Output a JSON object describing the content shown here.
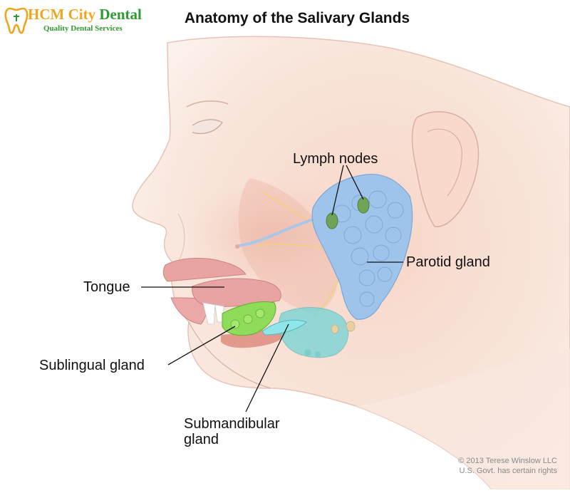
{
  "title": "Anatomy of the Salivary Glands",
  "logo": {
    "name_part1": "HCM City",
    "name_part2": "Dental",
    "tagline": "Quality Dental Services"
  },
  "labels": {
    "lymph_nodes": "Lymph nodes",
    "parotid_gland": "Parotid gland",
    "tongue": "Tongue",
    "sublingual_gland": "Sublingual gland",
    "submandibular_line1": "Submandibular",
    "submandibular_line2": "gland"
  },
  "copyright": {
    "line1": "© 2013 Terese Winslow LLC",
    "line2": "U.S. Govt. has certain rights"
  },
  "colors": {
    "skin": "#f6ddd0",
    "skin_outline": "#c9a597",
    "lip": "#e9a3a1",
    "parotid": "#9fc4ec",
    "lymph_node": "#6fa35a",
    "sublingual": "#8fdb5a",
    "submandibular": "#73d4d6",
    "brand_orange": "#f0a51c",
    "brand_green": "#2e9b2e"
  }
}
